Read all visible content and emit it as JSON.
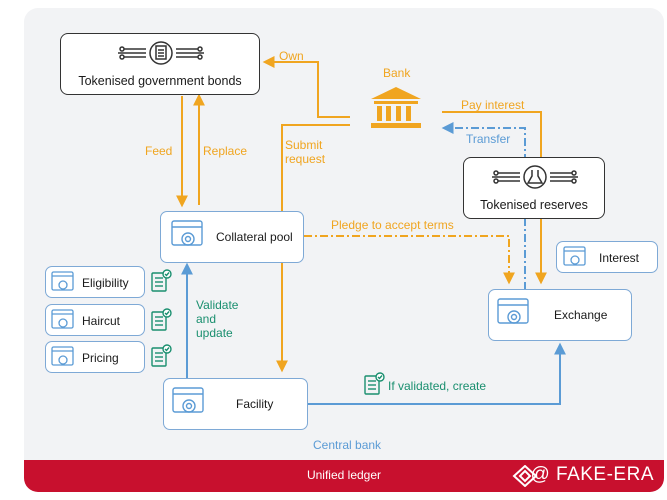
{
  "nodes": {
    "tokenised_government_bonds": "Tokenised government bonds",
    "bank": "Bank",
    "tokenised_reserves": "Tokenised reserves",
    "collateral_pool": "Collateral pool",
    "interest": "Interest",
    "eligibility": "Eligibility",
    "haircut": "Haircut",
    "pricing": "Pricing",
    "exchange": "Exchange",
    "facility": "Facility"
  },
  "edges": {
    "own": "Own",
    "pay_interest": "Pay interest",
    "transfer": "Transfer",
    "feed": "Feed",
    "replace": "Replace",
    "submit_request": [
      "Submit",
      "request"
    ],
    "pledge": "Pledge to accept terms",
    "validate_update": [
      "Validate",
      "and",
      "update"
    ],
    "if_validated": "If validated, create"
  },
  "central_bank": "Central bank",
  "footer": {
    "label": "Unified ledger",
    "brand": "@ FAKE-ERA"
  },
  "colors": {
    "orange": "#f0a520",
    "blue": "#5b9bd5",
    "green": "#1a8f6f",
    "red": "#c8102e"
  }
}
